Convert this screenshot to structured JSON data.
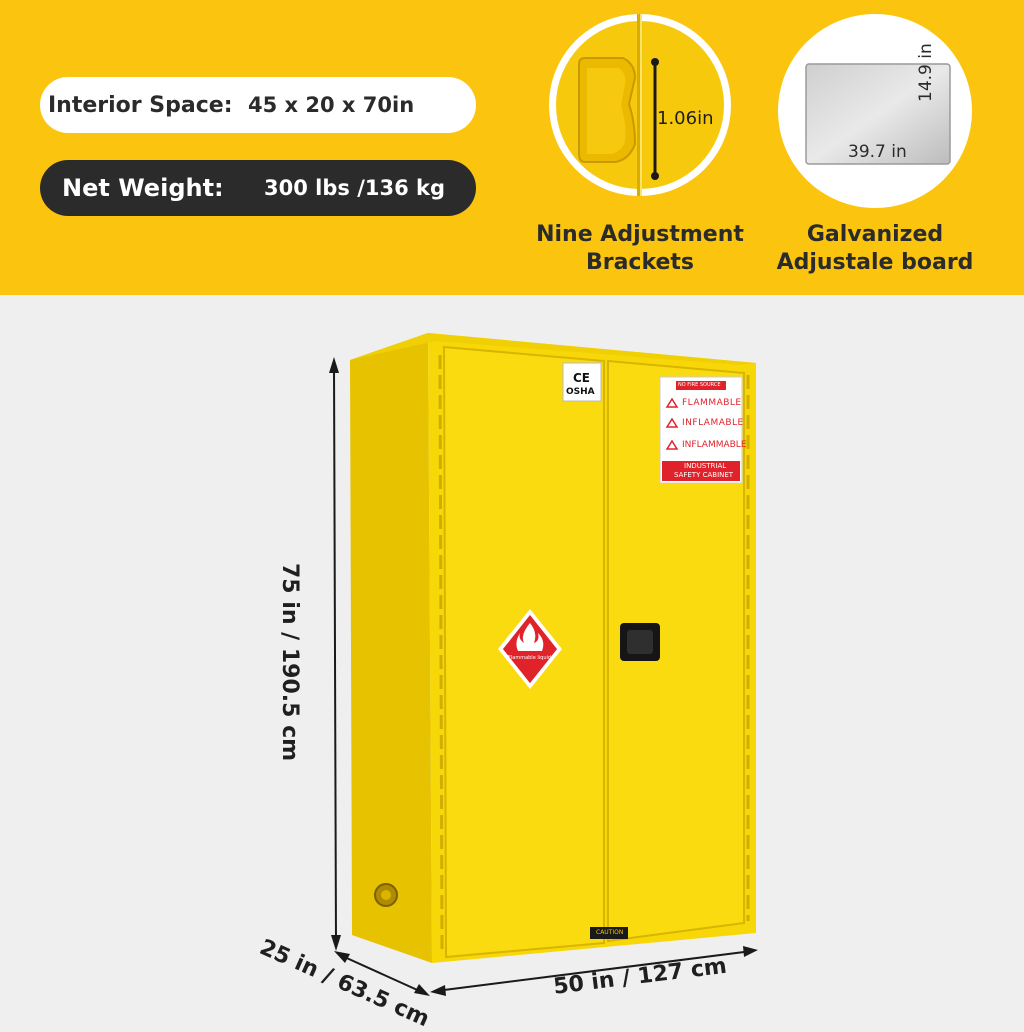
{
  "specs": {
    "interior_label": "Interior Space:",
    "interior_value": "45 x 20 x 70in",
    "weight_label": "Net Weight:",
    "weight_value": "300 lbs /136 kg"
  },
  "features": [
    {
      "caption_line1": "Nine Adjustment",
      "caption_line2": "Brackets",
      "measure": "1.06in"
    },
    {
      "caption_line1": "Galvanized",
      "caption_line2": "Adjustale board",
      "width": "39.7 in",
      "height": "14.9 in"
    }
  ],
  "cabinet": {
    "cert_ce": "CE",
    "cert_osha": "OSHA",
    "label_header": "NO FIRE SOURCE",
    "label_lines": [
      "FLAMMABLE",
      "INFLAMABLE",
      "INFLAMMABLE"
    ],
    "label_footer_1": "INDUSTRIAL",
    "label_footer_2": "SAFETY CABINET",
    "hazard_text": "Flammable liquid",
    "caution_text": "CAUTION"
  },
  "dimensions": {
    "height": "75 in / 190.5 cm",
    "depth": "25 in / 63.5 cm",
    "width": "50 in / 127 cm"
  },
  "colors": {
    "brand_yellow": "#fbc50f",
    "cabinet_yellow": "#f7d707",
    "dark": "#2b2b2b",
    "hazard_red": "#e0232b"
  }
}
